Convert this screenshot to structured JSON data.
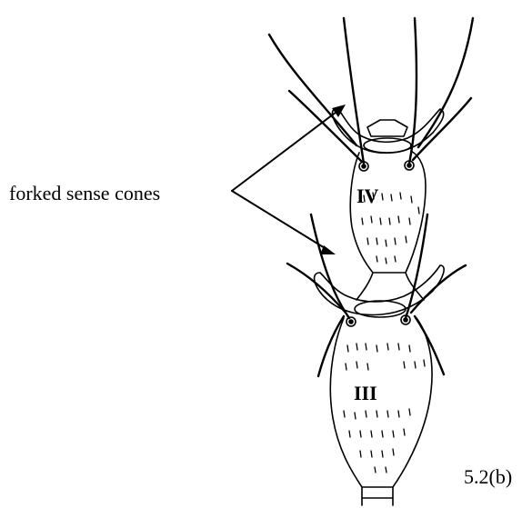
{
  "figure": {
    "callout_label": "forked sense cones",
    "segment_labels": [
      "IV",
      "III"
    ],
    "figure_number": "5.2(b)"
  },
  "colors": {
    "ink": "#000000",
    "background": "#ffffff"
  }
}
